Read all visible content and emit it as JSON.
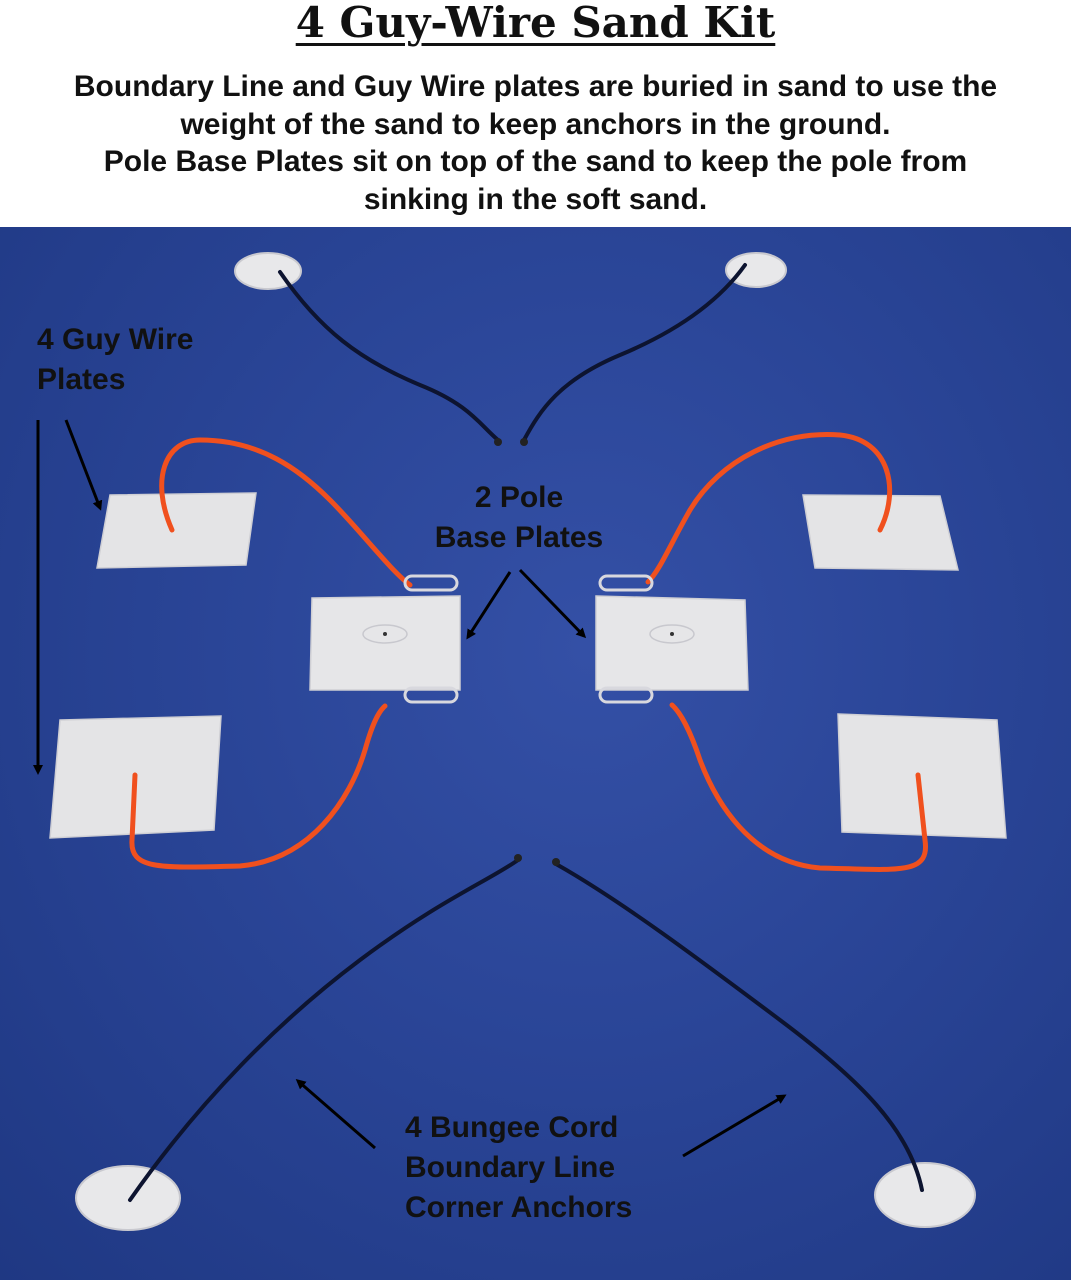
{
  "header": {
    "title": "4 Guy-Wire Sand Kit",
    "subtitle_lines": [
      "Boundary Line and Guy Wire plates are buried in sand to use the",
      "weight of the sand to keep anchors in the ground.",
      "Pole Base Plates sit on top of the sand to keep the pole from",
      "sinking in the soft sand."
    ]
  },
  "labels": {
    "guy_wire_plates": [
      "4 Guy Wire",
      "Plates"
    ],
    "pole_base_plates": [
      "2 Pole",
      "Base Plates"
    ],
    "corner_anchors": [
      "4 Bungee Cord",
      "Boundary Line",
      "Corner Anchors"
    ]
  },
  "colors": {
    "background_blue": "#2a4597",
    "plate": "#e4e4e6",
    "guy_rope": "#f0501e",
    "bungee": "#0d1430"
  }
}
